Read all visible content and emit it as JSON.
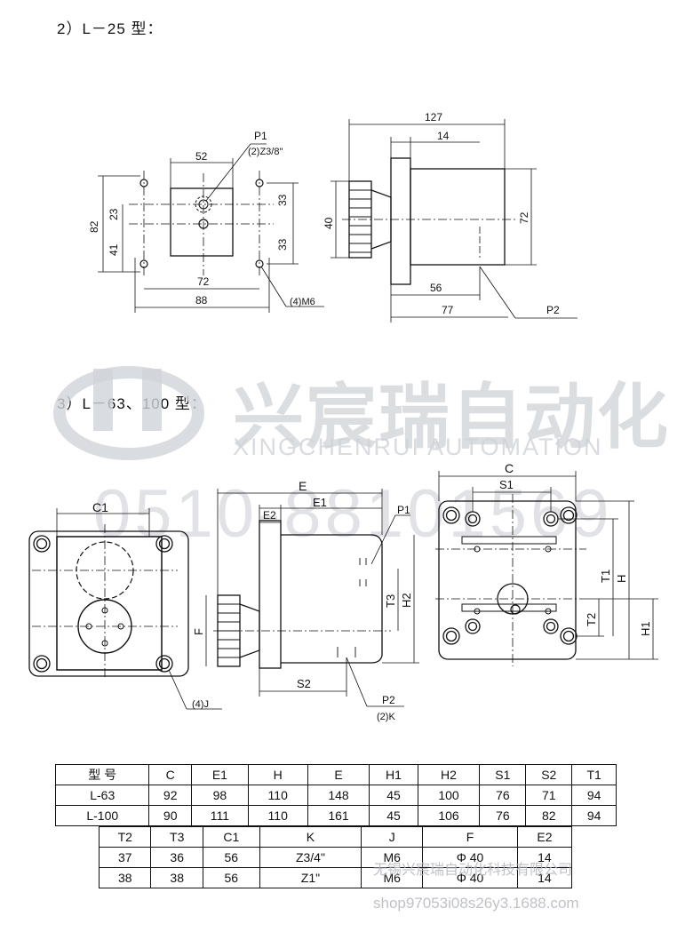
{
  "sections": {
    "l25_title": "2）L－25 型：",
    "l63_title": "3）L－63、100 型："
  },
  "watermark": {
    "brand_cn": "兴宸瑞自动化",
    "brand_en": "XINGCHENRUI AUTOMATION",
    "phone": "0510-88101569",
    "footer_cn": "无锡兴宸瑞自动化科技有限公司",
    "footer_url": "shop97053i08s26y3.1688.com",
    "color": "#c8ccd1"
  },
  "l25": {
    "front": {
      "d52": "52",
      "p1": "P1",
      "z38": "(2)Z3/8\"",
      "d82": "82",
      "d23": "23",
      "d41": "41",
      "d33a": "33",
      "d33b": "33",
      "d72": "72",
      "d88": "88",
      "m6": "(4)M6"
    },
    "side": {
      "d127": "127",
      "d14": "14",
      "d40": "40",
      "d72": "72",
      "d56": "56",
      "d77": "77",
      "p2": "P2"
    }
  },
  "l63": {
    "front": {
      "c1": "C1",
      "j": "(4)J"
    },
    "side": {
      "e": "E",
      "e1": "E1",
      "e2": "E2",
      "p1": "P1",
      "f": "F",
      "t3": "T3",
      "h2": "H2",
      "s2": "S2",
      "p2": "P2",
      "k": "(2)K"
    },
    "back": {
      "c": "C",
      "s1": "S1",
      "t1": "T1",
      "h": "H",
      "t2": "T2",
      "h1": "H1"
    }
  },
  "table1": {
    "header": [
      "型 号",
      "C",
      "E1",
      "H",
      "E",
      "H1",
      "H2",
      "S1",
      "S2",
      "T1"
    ],
    "rows": [
      [
        "L-63",
        "92",
        "98",
        "110",
        "148",
        "45",
        "100",
        "76",
        "71",
        "94"
      ],
      [
        "L-100",
        "90",
        "111",
        "110",
        "161",
        "45",
        "106",
        "76",
        "82",
        "94"
      ]
    ]
  },
  "table2": {
    "header": [
      "T2",
      "T3",
      "C1",
      "K",
      "J",
      "F",
      "E2"
    ],
    "rows": [
      [
        "37",
        "36",
        "56",
        "Z3/4\"",
        "M6",
        "Φ 40",
        "14"
      ],
      [
        "38",
        "38",
        "56",
        "Z1\"",
        "M6",
        "Φ 40",
        "14"
      ]
    ]
  }
}
